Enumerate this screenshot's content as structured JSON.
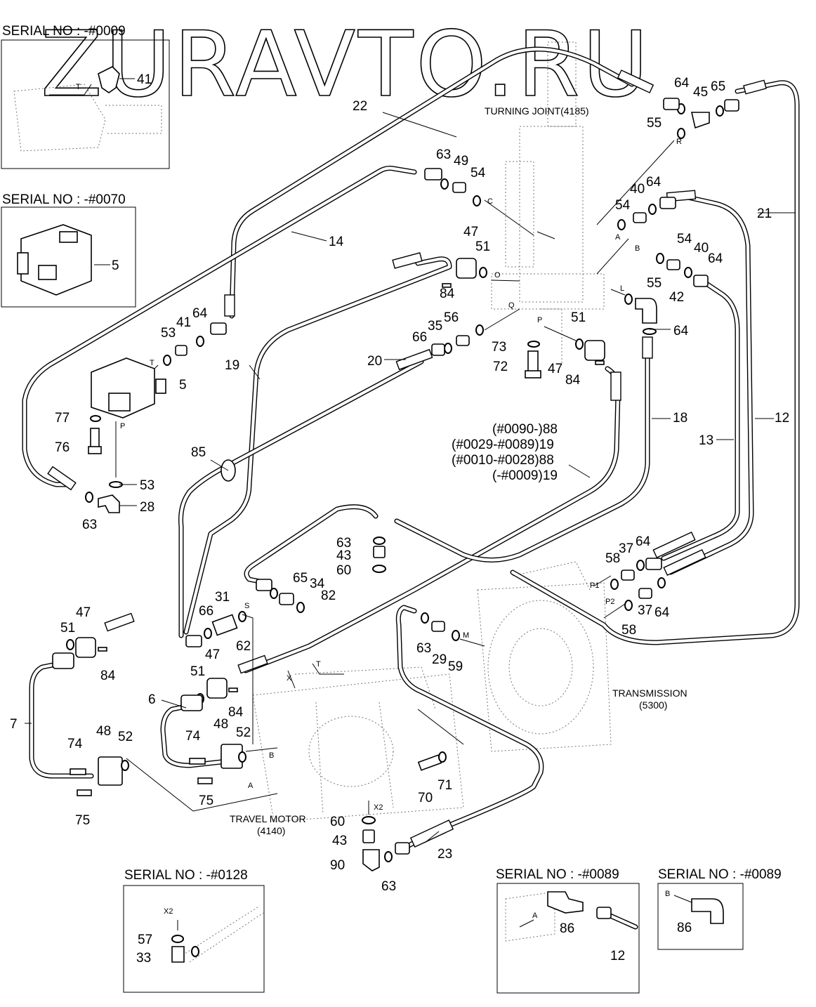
{
  "watermark": "ZURAVTO.RU",
  "inset_titles": {
    "top_left": "SERIAL NO : -#0009",
    "mid_left": "SERIAL NO : -#0070",
    "bottom_a": "SERIAL NO : -#0128",
    "bottom_b": "SERIAL NO : -#0089",
    "bottom_c": "SERIAL NO : -#0089"
  },
  "components": {
    "turning_joint": "TURNING JOINT(4185)",
    "transmission_line1": "TRANSMISSION",
    "transmission_line2": "(5300)",
    "travel_motor_line1": "TRAVEL MOTOR",
    "travel_motor_line2": "(4140)"
  },
  "serial_notes": {
    "line1": "(#0090-)88",
    "line2": "(#0029-#0089)19",
    "line3": "(#0010-#0028)88",
    "line4": "(-#0009)19"
  },
  "callouts": {
    "c41a": "41",
    "c22": "22",
    "c64a": "64",
    "c45": "45",
    "c65a": "65",
    "c55a": "55",
    "c63a": "63",
    "c49": "49",
    "c54a": "54",
    "c21": "21",
    "c40a": "40",
    "c64b": "64",
    "c54b": "54",
    "c14": "14",
    "c5a": "5",
    "c47a": "47",
    "c51a": "51",
    "c54c": "54",
    "c40b": "40",
    "c64c": "64",
    "c84a": "84",
    "c55b": "55",
    "c42": "42",
    "c64d": "64",
    "c53a": "53",
    "c41b": "41",
    "c64e": "64",
    "c56": "56",
    "c35": "35",
    "c66a": "66",
    "c51b": "51",
    "c73": "73",
    "c19a": "19",
    "c20": "20",
    "c5b": "5",
    "c72": "72",
    "c47b": "47",
    "c84b": "84",
    "c18": "18",
    "c77": "77",
    "c76": "76",
    "c12a": "12",
    "c13": "13",
    "c85": "85",
    "c53b": "53",
    "c28": "28",
    "c63b": "63",
    "c63c": "63",
    "c43a": "43",
    "c37a": "37",
    "c64f": "64",
    "c58a": "58",
    "c60a": "60",
    "c65b": "65",
    "c34": "34",
    "c82": "82",
    "c31": "31",
    "c66b": "66",
    "c62": "62",
    "c37b": "37",
    "c64g": "64",
    "c58b": "58",
    "c47c": "47",
    "c51c": "51",
    "c84c": "84",
    "c63d": "63",
    "c29": "29",
    "c59": "59",
    "c47d": "47",
    "c51d": "51",
    "c6": "6",
    "c84d": "84",
    "c7": "7",
    "c48a": "48",
    "c52a": "52",
    "c74a": "74",
    "c75a": "75",
    "c48b": "48",
    "c52b": "52",
    "c74b": "74",
    "c75b": "75",
    "c70": "70",
    "c71": "71",
    "c60b": "60",
    "c43b": "43",
    "c90": "90",
    "c63e": "63",
    "c23": "23",
    "c57": "57",
    "c33": "33",
    "c86a": "86",
    "c12b": "12",
    "c86b": "86"
  },
  "ports": {
    "R": "R",
    "C": "C",
    "A": "A",
    "B": "B",
    "O": "O",
    "Q": "Q",
    "L": "L",
    "P": "P",
    "T": "T",
    "P_small": "P",
    "S": "S",
    "X": "X",
    "T2": "T",
    "P1": "P1",
    "P2": "P2",
    "M": "M",
    "B2": "B",
    "A2": "A",
    "X2": "X2",
    "X2b": "X2",
    "T_inset": "T",
    "A_inset": "A",
    "B_inset": "B"
  }
}
